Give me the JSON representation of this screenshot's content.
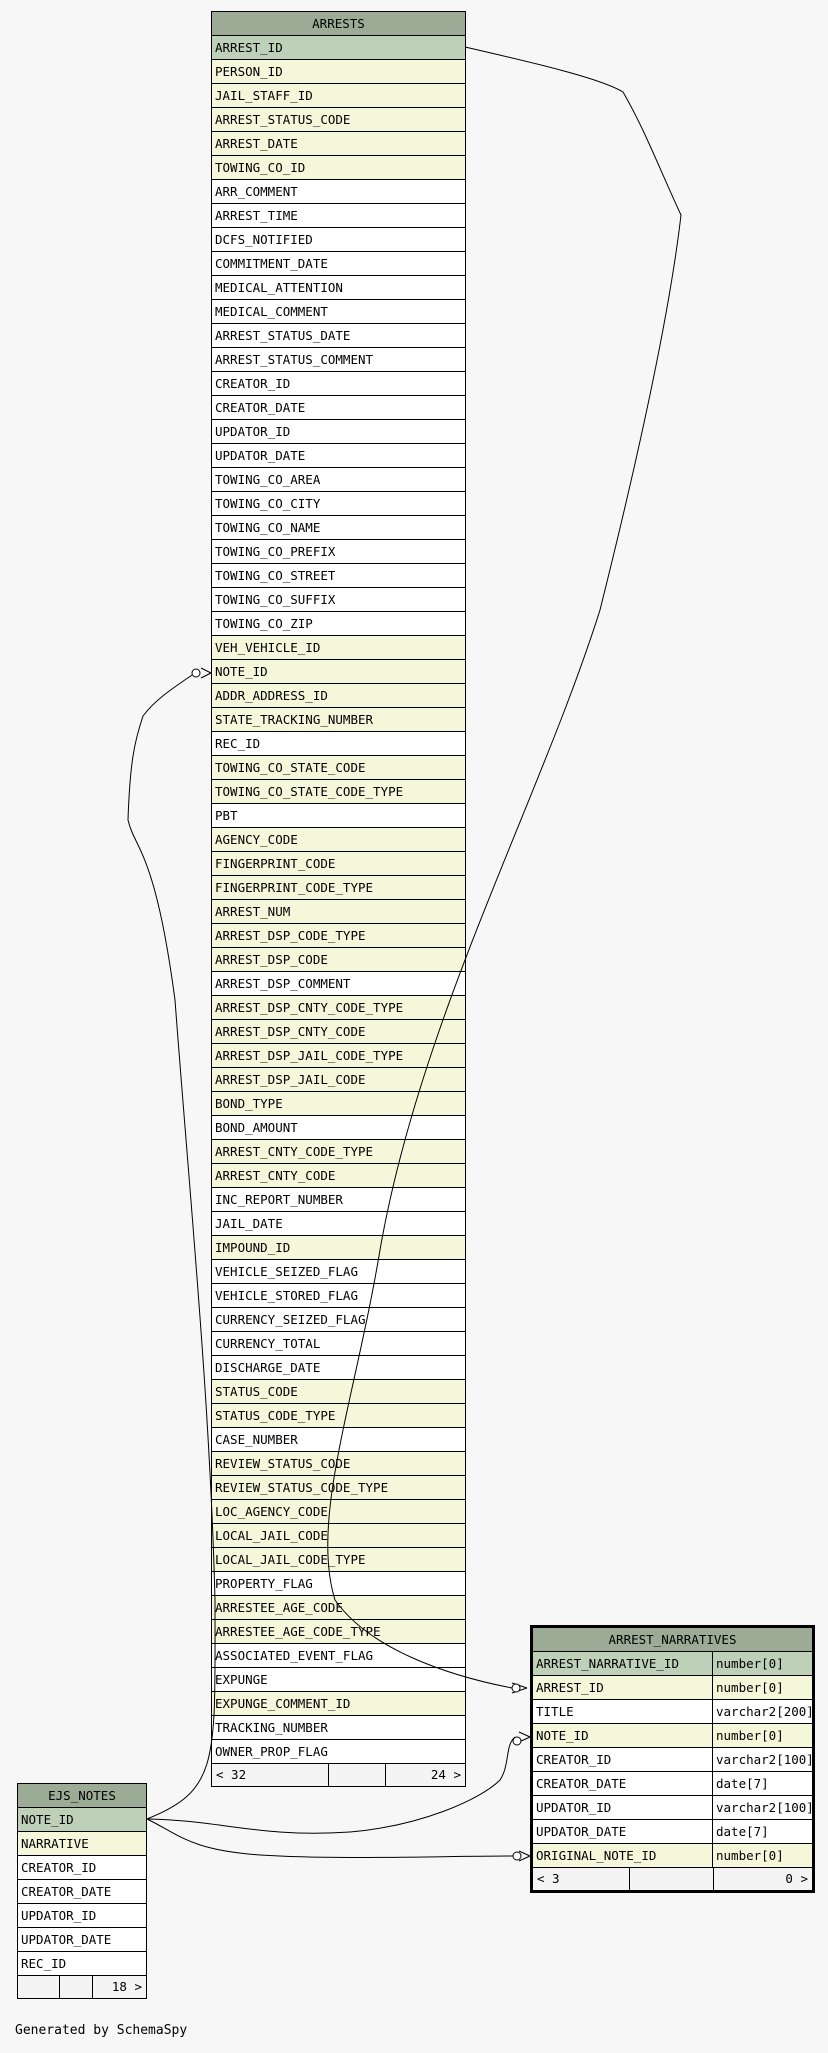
{
  "arrests": {
    "title": "ARRESTS",
    "columns": [
      {
        "name": "ARREST_ID",
        "kind": "pk"
      },
      {
        "name": "PERSON_ID",
        "kind": "fk"
      },
      {
        "name": "JAIL_STAFF_ID",
        "kind": "fk"
      },
      {
        "name": "ARREST_STATUS_CODE",
        "kind": "fk"
      },
      {
        "name": "ARREST_DATE",
        "kind": "fk"
      },
      {
        "name": "TOWING_CO_ID",
        "kind": "fk"
      },
      {
        "name": "ARR_COMMENT",
        "kind": "plain"
      },
      {
        "name": "ARREST_TIME",
        "kind": "plain"
      },
      {
        "name": "DCFS_NOTIFIED",
        "kind": "plain"
      },
      {
        "name": "COMMITMENT_DATE",
        "kind": "plain"
      },
      {
        "name": "MEDICAL_ATTENTION",
        "kind": "plain"
      },
      {
        "name": "MEDICAL_COMMENT",
        "kind": "plain"
      },
      {
        "name": "ARREST_STATUS_DATE",
        "kind": "plain"
      },
      {
        "name": "ARREST_STATUS_COMMENT",
        "kind": "plain"
      },
      {
        "name": "CREATOR_ID",
        "kind": "plain"
      },
      {
        "name": "CREATOR_DATE",
        "kind": "plain"
      },
      {
        "name": "UPDATOR_ID",
        "kind": "plain"
      },
      {
        "name": "UPDATOR_DATE",
        "kind": "plain"
      },
      {
        "name": "TOWING_CO_AREA",
        "kind": "plain"
      },
      {
        "name": "TOWING_CO_CITY",
        "kind": "plain"
      },
      {
        "name": "TOWING_CO_NAME",
        "kind": "plain"
      },
      {
        "name": "TOWING_CO_PREFIX",
        "kind": "plain"
      },
      {
        "name": "TOWING_CO_STREET",
        "kind": "plain"
      },
      {
        "name": "TOWING_CO_SUFFIX",
        "kind": "plain"
      },
      {
        "name": "TOWING_CO_ZIP",
        "kind": "plain"
      },
      {
        "name": "VEH_VEHICLE_ID",
        "kind": "fk"
      },
      {
        "name": "NOTE_ID",
        "kind": "fk"
      },
      {
        "name": "ADDR_ADDRESS_ID",
        "kind": "fk"
      },
      {
        "name": "STATE_TRACKING_NUMBER",
        "kind": "fk"
      },
      {
        "name": "REC_ID",
        "kind": "plain"
      },
      {
        "name": "TOWING_CO_STATE_CODE",
        "kind": "fk"
      },
      {
        "name": "TOWING_CO_STATE_CODE_TYPE",
        "kind": "fk"
      },
      {
        "name": "PBT",
        "kind": "plain"
      },
      {
        "name": "AGENCY_CODE",
        "kind": "fk"
      },
      {
        "name": "FINGERPRINT_CODE",
        "kind": "fk"
      },
      {
        "name": "FINGERPRINT_CODE_TYPE",
        "kind": "fk"
      },
      {
        "name": "ARREST_NUM",
        "kind": "fk"
      },
      {
        "name": "ARREST_DSP_CODE_TYPE",
        "kind": "fk"
      },
      {
        "name": "ARREST_DSP_CODE",
        "kind": "fk"
      },
      {
        "name": "ARREST_DSP_COMMENT",
        "kind": "plain"
      },
      {
        "name": "ARREST_DSP_CNTY_CODE_TYPE",
        "kind": "fk"
      },
      {
        "name": "ARREST_DSP_CNTY_CODE",
        "kind": "fk"
      },
      {
        "name": "ARREST_DSP_JAIL_CODE_TYPE",
        "kind": "fk"
      },
      {
        "name": "ARREST_DSP_JAIL_CODE",
        "kind": "fk"
      },
      {
        "name": "BOND_TYPE",
        "kind": "fk"
      },
      {
        "name": "BOND_AMOUNT",
        "kind": "plain"
      },
      {
        "name": "ARREST_CNTY_CODE_TYPE",
        "kind": "fk"
      },
      {
        "name": "ARREST_CNTY_CODE",
        "kind": "fk"
      },
      {
        "name": "INC_REPORT_NUMBER",
        "kind": "plain"
      },
      {
        "name": "JAIL_DATE",
        "kind": "plain"
      },
      {
        "name": "IMPOUND_ID",
        "kind": "fk"
      },
      {
        "name": "VEHICLE_SEIZED_FLAG",
        "kind": "plain"
      },
      {
        "name": "VEHICLE_STORED_FLAG",
        "kind": "plain"
      },
      {
        "name": "CURRENCY_SEIZED_FLAG",
        "kind": "plain"
      },
      {
        "name": "CURRENCY_TOTAL",
        "kind": "plain"
      },
      {
        "name": "DISCHARGE_DATE",
        "kind": "plain"
      },
      {
        "name": "STATUS_CODE",
        "kind": "fk"
      },
      {
        "name": "STATUS_CODE_TYPE",
        "kind": "fk"
      },
      {
        "name": "CASE_NUMBER",
        "kind": "plain"
      },
      {
        "name": "REVIEW_STATUS_CODE",
        "kind": "fk"
      },
      {
        "name": "REVIEW_STATUS_CODE_TYPE",
        "kind": "fk"
      },
      {
        "name": "LOC_AGENCY_CODE",
        "kind": "fk"
      },
      {
        "name": "LOCAL_JAIL_CODE",
        "kind": "fk"
      },
      {
        "name": "LOCAL_JAIL_CODE_TYPE",
        "kind": "fk"
      },
      {
        "name": "PROPERTY_FLAG",
        "kind": "plain"
      },
      {
        "name": "ARRESTEE_AGE_CODE",
        "kind": "fk"
      },
      {
        "name": "ARRESTEE_AGE_CODE_TYPE",
        "kind": "fk"
      },
      {
        "name": "ASSOCIATED_EVENT_FLAG",
        "kind": "plain"
      },
      {
        "name": "EXPUNGE",
        "kind": "plain"
      },
      {
        "name": "EXPUNGE_COMMENT_ID",
        "kind": "fk"
      },
      {
        "name": "TRACKING_NUMBER",
        "kind": "plain"
      },
      {
        "name": "OWNER_PROP_FLAG",
        "kind": "plain"
      }
    ],
    "footer": {
      "left": "< 32",
      "right": "24 >"
    }
  },
  "narratives": {
    "title": "ARREST_NARRATIVES",
    "columns": [
      {
        "name": "ARREST_NARRATIVE_ID",
        "type": "number[0]",
        "kind": "pk"
      },
      {
        "name": "ARREST_ID",
        "type": "number[0]",
        "kind": "fk"
      },
      {
        "name": "TITLE",
        "type": "varchar2[200]",
        "kind": "plain"
      },
      {
        "name": "NOTE_ID",
        "type": "number[0]",
        "kind": "fk"
      },
      {
        "name": "CREATOR_ID",
        "type": "varchar2[100]",
        "kind": "plain"
      },
      {
        "name": "CREATOR_DATE",
        "type": "date[7]",
        "kind": "plain"
      },
      {
        "name": "UPDATOR_ID",
        "type": "varchar2[100]",
        "kind": "plain"
      },
      {
        "name": "UPDATOR_DATE",
        "type": "date[7]",
        "kind": "plain"
      },
      {
        "name": "ORIGINAL_NOTE_ID",
        "type": "number[0]",
        "kind": "fk"
      }
    ],
    "footer": {
      "left": "< 3",
      "right": "0 >"
    }
  },
  "ejs_notes": {
    "title": "EJS_NOTES",
    "columns": [
      {
        "name": "NOTE_ID",
        "kind": "pk"
      },
      {
        "name": "NARRATIVE",
        "kind": "fk"
      },
      {
        "name": "CREATOR_ID",
        "kind": "plain"
      },
      {
        "name": "CREATOR_DATE",
        "kind": "plain"
      },
      {
        "name": "UPDATOR_ID",
        "kind": "plain"
      },
      {
        "name": "UPDATOR_DATE",
        "kind": "plain"
      },
      {
        "name": "REC_ID",
        "kind": "plain"
      }
    ],
    "footer": {
      "left": "",
      "right": "18 >"
    }
  },
  "generated_by": "Generated by SchemaSpy"
}
